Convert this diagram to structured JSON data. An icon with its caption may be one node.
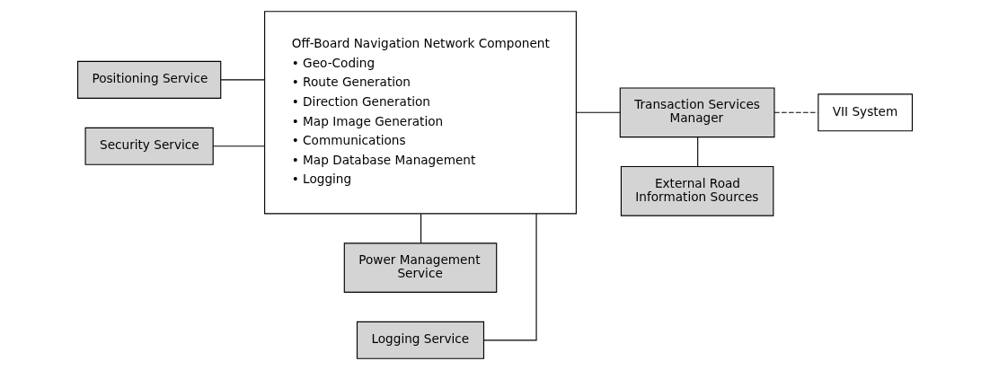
{
  "diagram": {
    "nodes": [
      {
        "text": [
          "Positioning Service"
        ]
      },
      {
        "text": [
          "Security Service"
        ]
      },
      {
        "text": [
          "Off-Board Navigation Network Component",
          "• Geo-Coding",
          "• Route Generation",
          "• Direction Generation",
          "• Map Image Generation",
          "• Communications",
          "• Map Database Management",
          "• Logging"
        ]
      },
      {
        "text": [
          "Transaction Services Manager"
        ]
      },
      {
        "text": [
          "VII System"
        ]
      },
      {
        "text": [
          "External Road Information Sources"
        ]
      },
      {
        "text": [
          "Logging Service"
        ]
      },
      {
        "text": [
          "Power Management Service"
        ]
      }
    ],
    "edges": [
      {
        "from": 0,
        "to": 2,
        "arrow": "none"
      },
      {
        "from": 1,
        "to": 2,
        "arrow": "none"
      },
      {
        "from": 2,
        "to": 3,
        "arrow": "none"
      },
      {
        "from": 3,
        "to": 4,
        "arrow": "none",
        "style": "dashed"
      },
      {
        "from": 3,
        "to": 5,
        "arrow": "none"
      },
      {
        "from": 2,
        "to": 6,
        "arrow": "none"
      },
      {
        "from": 2,
        "to": 7,
        "arrow": "none"
      }
    ]
  }
}
